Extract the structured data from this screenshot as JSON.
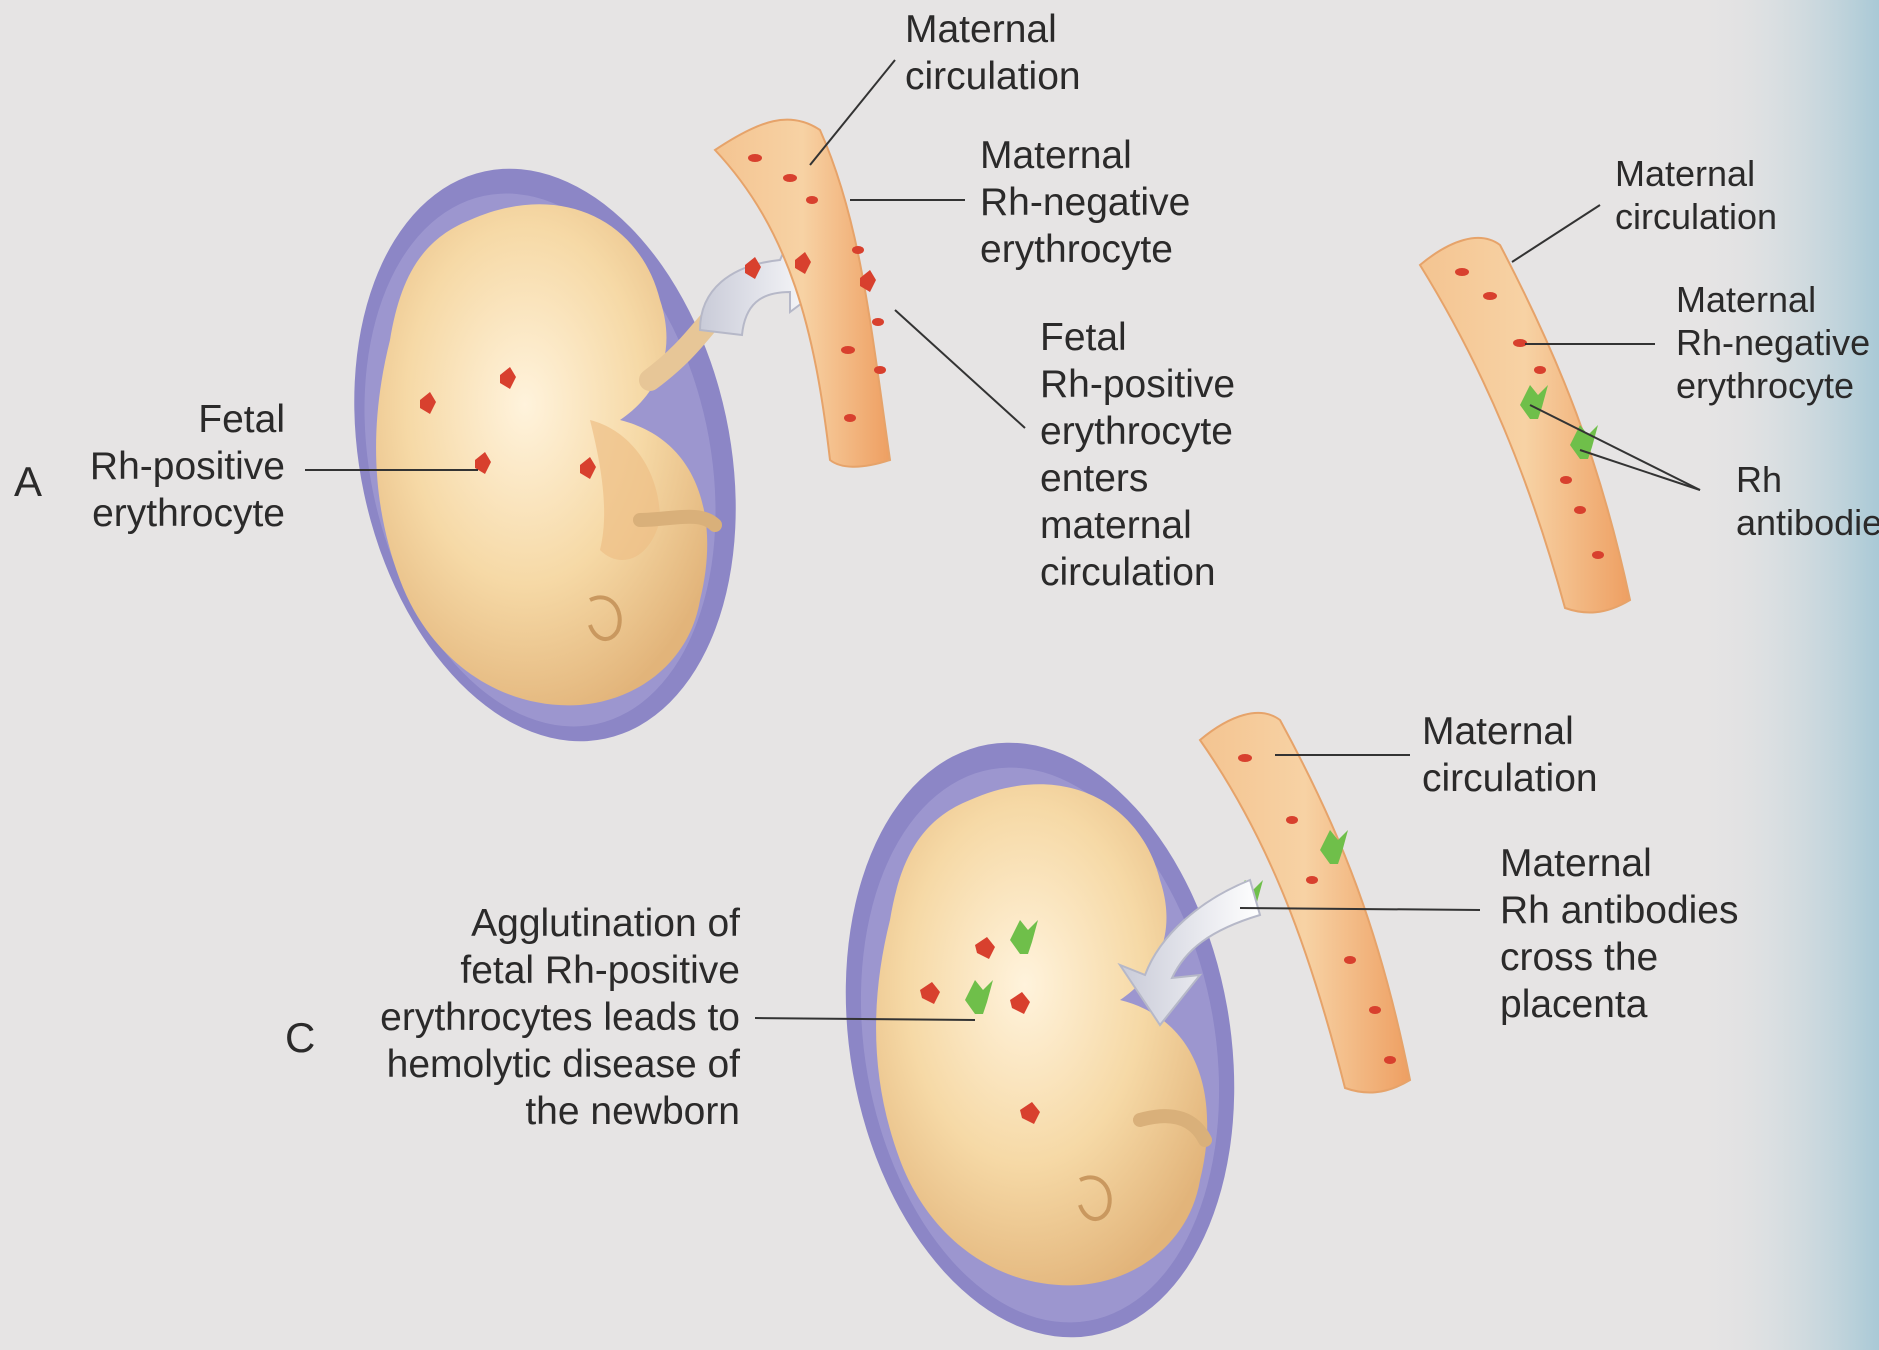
{
  "panels": {
    "a": {
      "letter": "A",
      "maternal_circulation": [
        "Maternal",
        "circulation"
      ],
      "maternal_rh_negative": [
        "Maternal",
        "Rh-negative",
        "erythrocyte"
      ],
      "fetal_enters": [
        "Fetal",
        "Rh-positive",
        "erythrocyte",
        "enters",
        "maternal",
        "circulation"
      ],
      "fetal_rh_positive": [
        "Fetal",
        "Rh-positive",
        "erythrocyte"
      ]
    },
    "b": {
      "maternal_circulation": [
        "Maternal",
        "circulation"
      ],
      "maternal_rh_negative": [
        "Maternal",
        "Rh-negative",
        "erythrocyte"
      ],
      "rh_antibodies": [
        "Rh",
        "antibodies"
      ]
    },
    "c": {
      "letter": "C",
      "maternal_circulation": [
        "Maternal",
        "circulation"
      ],
      "maternal_antibodies_cross": [
        "Maternal",
        "Rh antibodies",
        "cross the",
        "placenta"
      ],
      "agglutination": [
        "Agglutination of",
        "fetal Rh-positive",
        "erythrocytes leads to",
        "hemolytic disease of",
        "the newborn"
      ]
    }
  },
  "colors": {
    "background": "#e6e4e4",
    "amniotic_sac": "#8c86c6",
    "fetus": "#f6d9a6",
    "vessel": "#f2b173",
    "rbc": "#d8402e",
    "antibody": "#6fbf4a",
    "text": "#2b2a2a"
  }
}
